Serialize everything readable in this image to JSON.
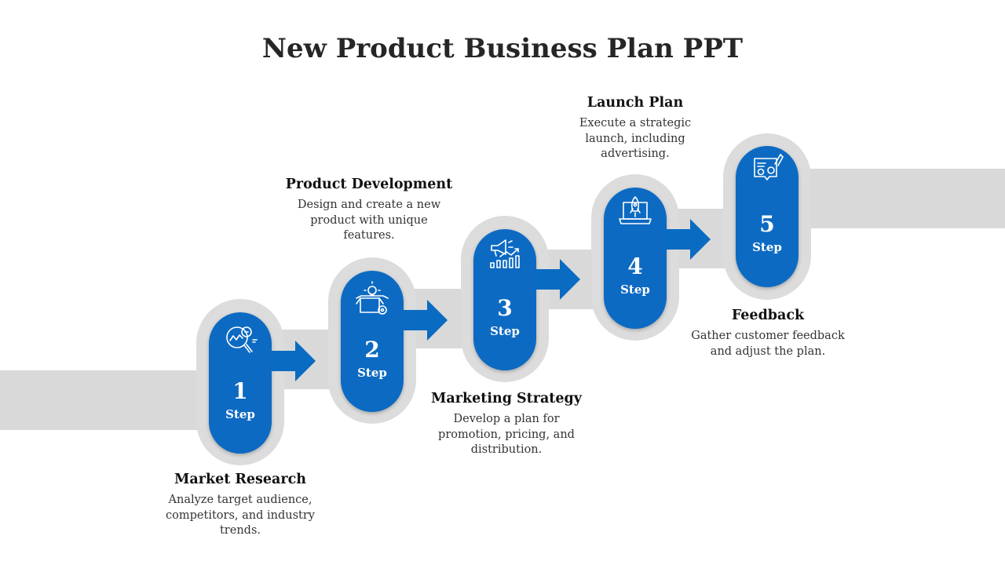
{
  "title": "New Product Business Plan PPT",
  "colors": {
    "pill_blue": "#0A6BC2",
    "band_gray": "#D9D9D9",
    "halo_gray": "#DCDCDC"
  },
  "steps": [
    {
      "number": "1",
      "step_word": "Step",
      "heading": "Market Research",
      "description": "Analyze target audience, competitors, and industry trends.",
      "icon": "magnifier-chart-icon"
    },
    {
      "number": "2",
      "step_word": "Step",
      "heading": "Product Development",
      "description": "Design and create a new product with unique features.",
      "icon": "box-idea-gear-icon"
    },
    {
      "number": "3",
      "step_word": "Step",
      "heading": "Marketing Strategy",
      "description": "Develop a plan for promotion, pricing, and distribution.",
      "icon": "megaphone-growth-icon"
    },
    {
      "number": "4",
      "step_word": "Step",
      "heading": "Launch Plan",
      "description": "Execute a strategic launch, including advertising.",
      "icon": "rocket-laptop-icon"
    },
    {
      "number": "5",
      "step_word": "Step",
      "heading": "Feedback",
      "description": "Gather customer feedback and adjust the plan.",
      "icon": "feedback-form-icon"
    }
  ]
}
